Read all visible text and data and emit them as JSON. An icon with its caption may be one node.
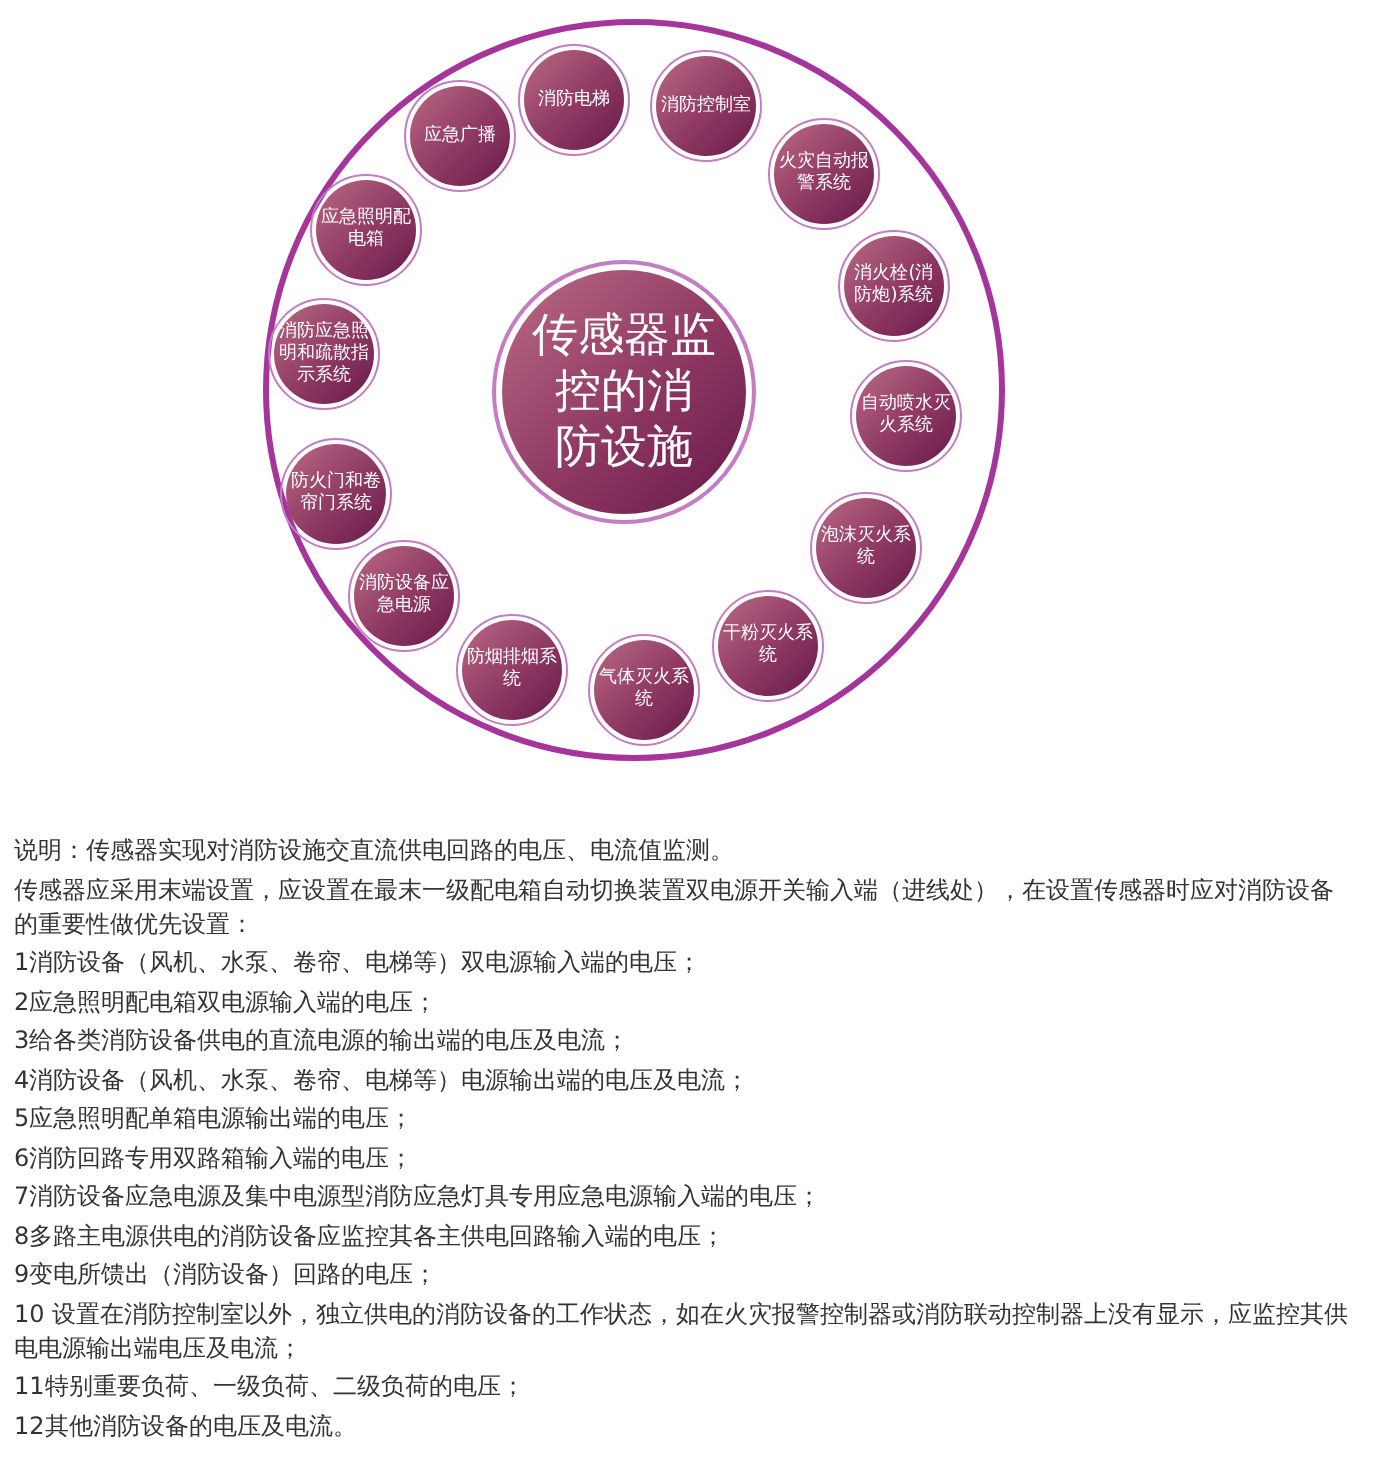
{
  "diagram": {
    "nodes": [
      {
        "text": [
          "传感器监控的消防设施"
        ]
      },
      {
        "text": [
          "消防电梯"
        ]
      },
      {
        "text": [
          "消防控制室"
        ]
      },
      {
        "text": [
          "火灾自动报警系统"
        ]
      },
      {
        "text": [
          "消火栓(消防炮)系统"
        ]
      },
      {
        "text": [
          "自动喷水灭火系统"
        ]
      },
      {
        "text": [
          "泡沫灭火系统"
        ]
      },
      {
        "text": [
          "干粉灭火系统"
        ]
      },
      {
        "text": [
          "气体灭火系统"
        ]
      },
      {
        "text": [
          "防烟排烟系统"
        ]
      },
      {
        "text": [
          "消防设备应急电源"
        ]
      },
      {
        "text": [
          "防火门和卷帘门系统"
        ]
      },
      {
        "text": [
          "消防应急照明和疏散指示系统"
        ]
      },
      {
        "text": [
          "应急照明配电箱"
        ]
      },
      {
        "text": [
          "应急广播"
        ]
      }
    ],
    "labels": [
      "说明：传感器实现对消防设施交直流供电回路的电压、电流值监测。",
      "传感器应采用末端设置，应设置在最末一级配电箱自动切换装置双电源开关输入端（进线处），在设置传感器时应对消防设备的重要性做优先设置：",
      "1消防设备（风机、水泵、卷帘、电梯等）双电源输入端的电压；",
      "2应急照明配电箱双电源输入端的电压；",
      "3给各类消防设备供电的直流电源的输出端的电压及电流；",
      "4消防设备（风机、水泵、卷帘、电梯等）电源输出端的电压及电流；",
      "5应急照明配单箱电源输出端的电压；",
      "6消防回路专用双路箱输入端的电压；",
      "7消防设备应急电源及集中电源型消防应急灯具专用应急电源输入端的电压；",
      "8多路主电源供电的消防设备应监控其各主供电回路输入端的电压；",
      "9变电所馈出（消防设备）回路的电压；",
      "10 设置在消防控制室以外，独立供电的消防设备的工作状态，如在火灾报警控制器或消防联动控制器上没有显示，应监控其供电电源输出端电压及电流；",
      "11特别重要负荷、一级负荷、二级负荷的电压；",
      "12其他消防设备的电压及电流。"
    ]
  }
}
